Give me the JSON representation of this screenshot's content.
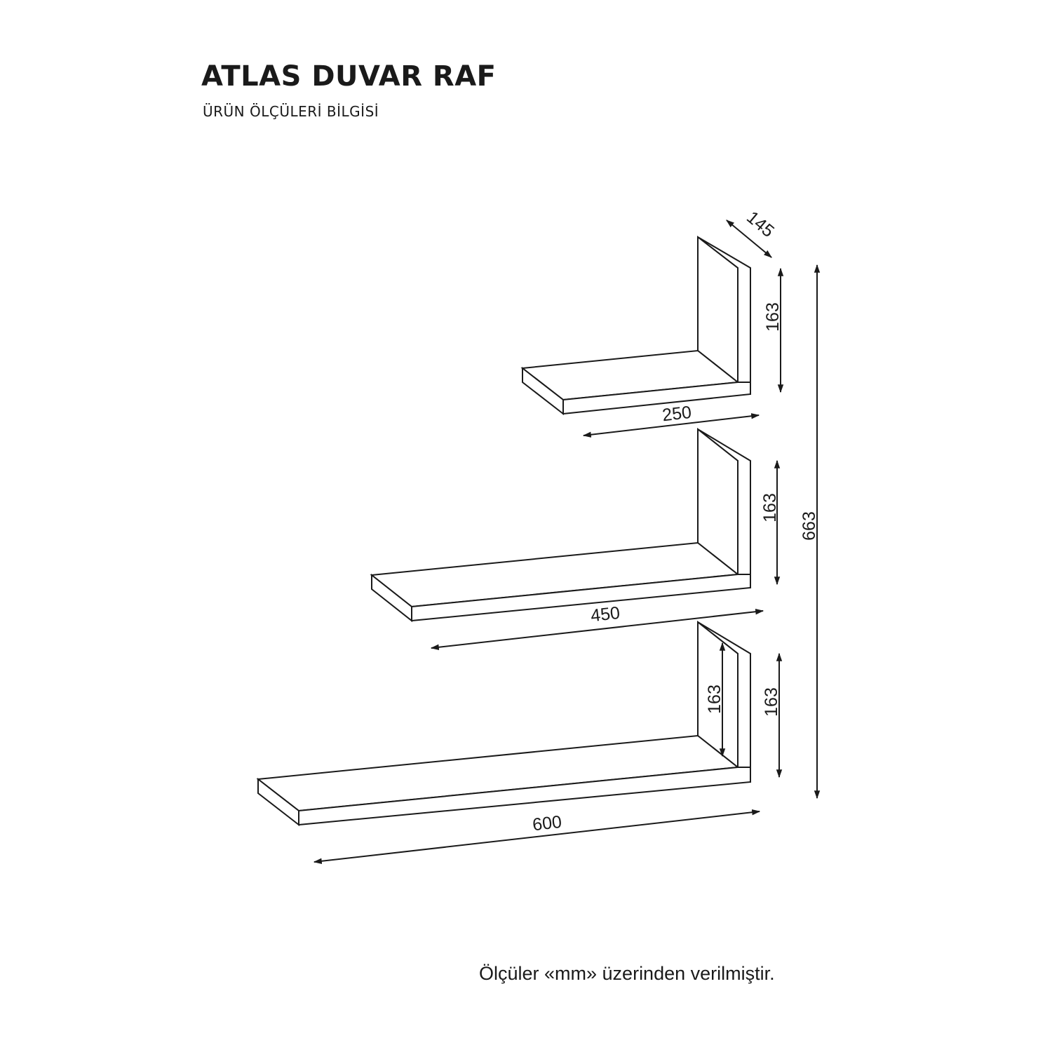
{
  "header": {
    "title": "ATLAS DUVAR RAF",
    "subtitle": "ÜRÜN ÖLÇÜLERİ BİLGİSİ"
  },
  "dimensions": {
    "depth": "145",
    "top_width": "250",
    "top_height": "163",
    "middle_width": "450",
    "middle_height": "163",
    "bottom_width": "600",
    "bottom_inner_height": "163",
    "bottom_height": "163",
    "total_height": "663"
  },
  "footer": {
    "note": "Ölçüler «mm» üzerinden verilmiştir."
  }
}
